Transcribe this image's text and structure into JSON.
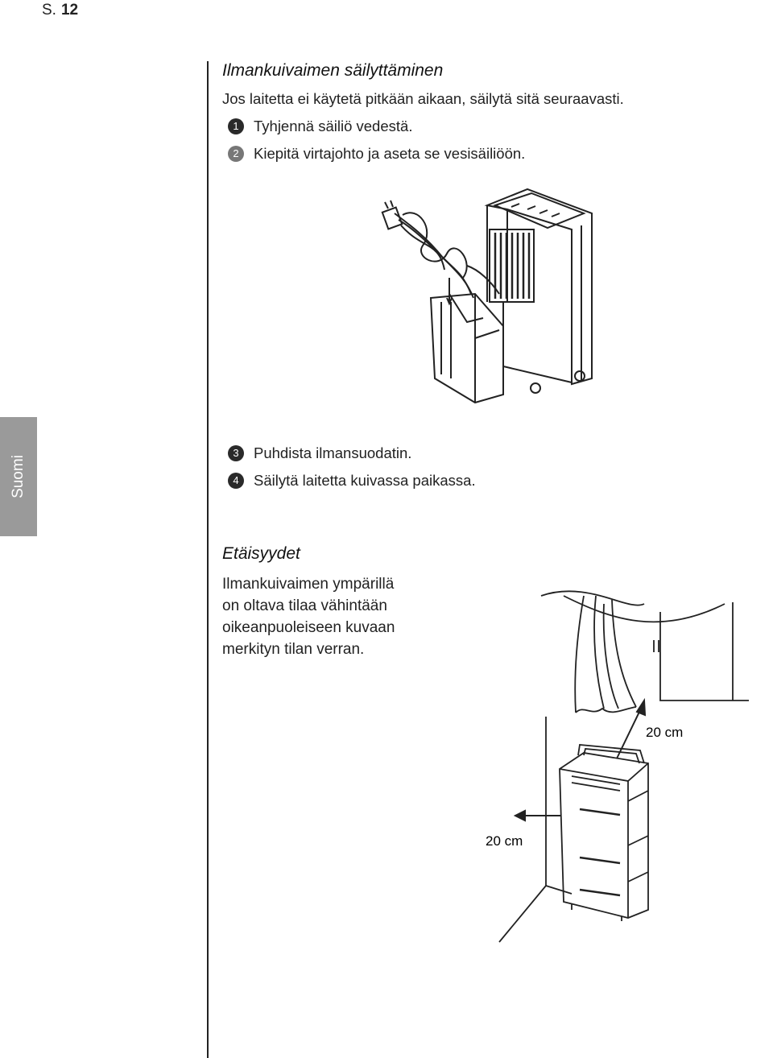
{
  "page": {
    "prefix": "S.",
    "number": "12"
  },
  "side_tab": {
    "label": "Suomi"
  },
  "section1": {
    "title": "Ilmankuivaimen säilyttäminen",
    "intro": "Jos laitetta ei käytetä pitkään aikaan, säilytä sitä seuraavasti.",
    "steps": [
      {
        "num": "1",
        "text": "Tyhjennä säiliö vedestä."
      },
      {
        "num": "2",
        "text": "Kiepitä virtajohto ja aseta se vesisäiliöön."
      },
      {
        "num": "3",
        "text": "Puhdista ilmansuodatin."
      },
      {
        "num": "4",
        "text": "Säilytä laitetta kuivassa paikassa."
      }
    ]
  },
  "section2": {
    "title": "Etäisyydet",
    "lines": [
      "Ilmankuivaimen ympärillä",
      "on oltava tilaa vähintään",
      "oikeanpuoleiseen kuvaan",
      "merkityn tilan verran."
    ],
    "dim_top": "20 cm",
    "dim_side": "20 cm"
  }
}
